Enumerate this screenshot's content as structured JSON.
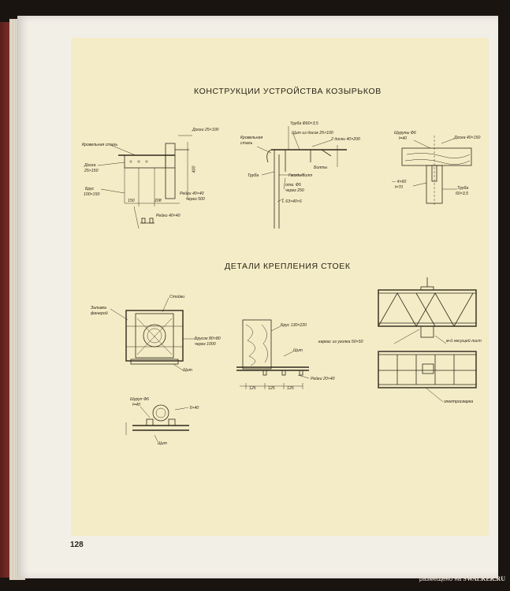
{
  "heading1": "КОНСТРУКЦИИ УСТРОЙСТВА КОЗЫРЬКОВ",
  "heading2": "ДЕТАЛИ КРЕПЛЕНИЯ СТОЕК",
  "page_number": "128",
  "watermark": {
    "prefix": "размещено на ",
    "site": "SWALKER.RU"
  },
  "fig1": {
    "roof_steel": "Кровельная сталь",
    "boards": "Доски 25×100",
    "board": "Доска",
    "board_size": "25×150",
    "beam": "Брус",
    "beam_size": "100×150",
    "slats": "Рейки 40×40",
    "slats_pitch": "через 500",
    "slats2": "Рейки 40×40",
    "dim_400": "400",
    "dim_150": "150",
    "dim_208": "208"
  },
  "fig2": {
    "pipe_top": "Труба Ф60×3,5",
    "shield": "Щит из досок 25×100",
    "two_boards": "2 доски 40×200",
    "roof_steel": "Кровельная",
    "roof_steel2": "сталь",
    "bolts": "Болты",
    "bolt_nut": "Гвоздь/болт",
    "pipe": "Труба",
    "hole": "отв. Ф5",
    "hole_pitch": "через 250",
    "angle": "L 63×40×6"
  },
  "fig3": {
    "screws": "Шурупы Ф6",
    "screws_len": "l=40",
    "board": "Доска 40×150",
    "strip": "— 4×60",
    "strip_len": "l=70",
    "pipe": "Труба",
    "pipe_size": "60×3,5"
  },
  "fig4": {
    "fill": "Заливка",
    "fill2": "фанерой",
    "struts": "Стойки",
    "beams": "Брусок 80×80",
    "beams_pitch": "через 1000",
    "shield": "Щит"
  },
  "fig5": {
    "beam": "Брус 130×220",
    "shield": "Щит",
    "slats": "Рейки 20×40",
    "d1": "125",
    "d2": "125",
    "d3": "125"
  },
  "fig6": {
    "frame": "каркас из уголка 50×50",
    "mesh": "м-й несущей лист",
    "weld": "электросварка"
  },
  "fig7": {
    "screw": "Шуруп Ф6",
    "screw_len": "l=40",
    "strip": "— 5×40",
    "shield": "Щит"
  }
}
